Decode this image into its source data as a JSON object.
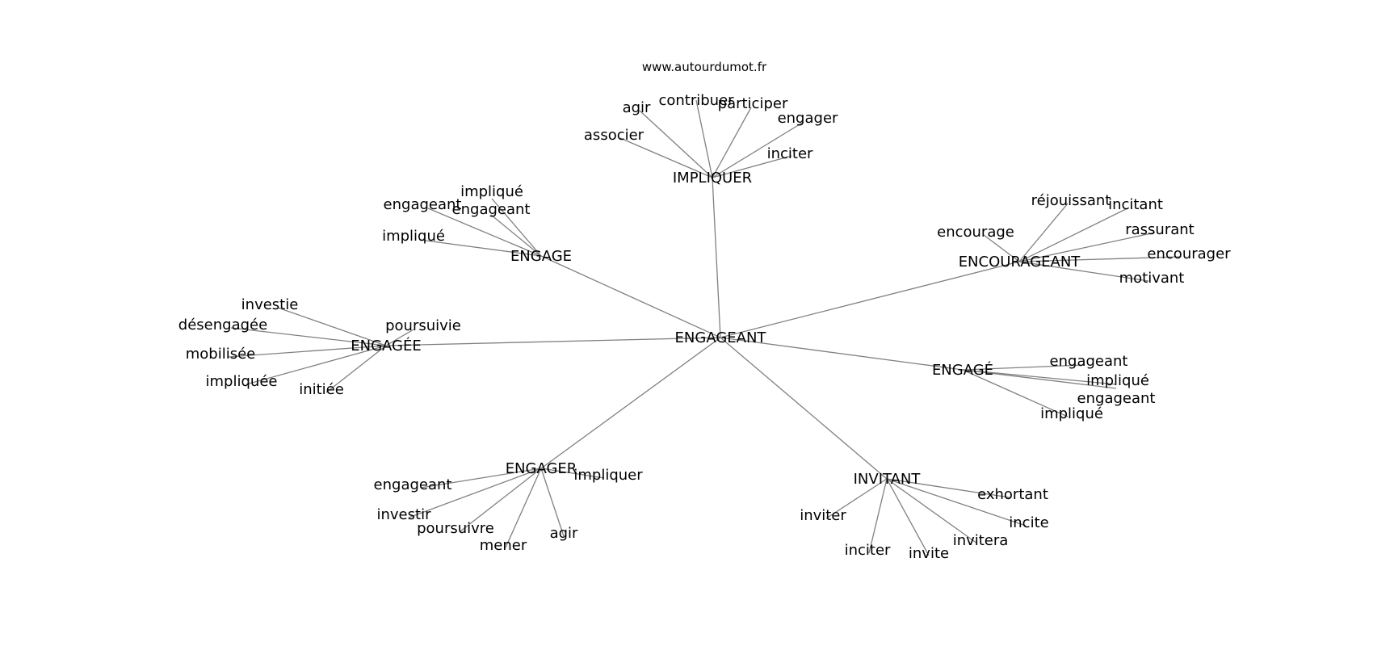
{
  "source": "www.autourdumot.fr",
  "center": "ENGAGEANT",
  "clusters": [
    {
      "label": "IMPLIQUER",
      "words": [
        "agir",
        "contribuer",
        "participer",
        "engager",
        "associer",
        "inciter"
      ]
    },
    {
      "label": "ENGAGE",
      "words": [
        "impliqué",
        "engageant",
        "engageant",
        "impliqué"
      ]
    },
    {
      "label": "ENCOURAGEANT",
      "words": [
        "réjouissant",
        "incitant",
        "encourage",
        "rassurant",
        "encourager",
        "motivant"
      ]
    },
    {
      "label": "ENGAGÉE",
      "words": [
        "investie",
        "poursuivie",
        "désengagée",
        "mobilisée",
        "impliquée",
        "initiée"
      ]
    },
    {
      "label": "ENGAGÉ",
      "words": [
        "engageant",
        "impliqué",
        "engageant",
        "impliqué"
      ]
    },
    {
      "label": "ENGAGER",
      "words": [
        "impliquer",
        "engageant",
        "investir",
        "poursuivre",
        "mener",
        "agir"
      ]
    },
    {
      "label": "INVITANT",
      "words": [
        "exhortant",
        "inviter",
        "incite",
        "invitera",
        "inciter",
        "invite"
      ]
    }
  ]
}
